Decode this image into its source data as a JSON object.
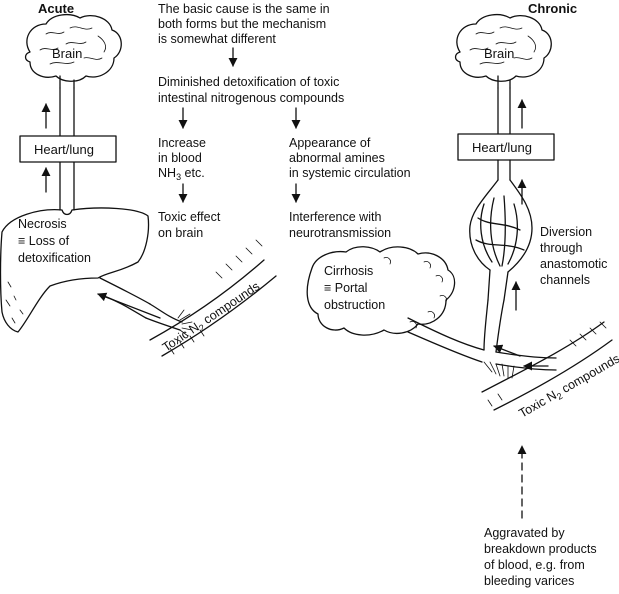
{
  "headings": {
    "acute": "Acute",
    "chronic": "Chronic"
  },
  "intro": [
    "The basic cause is the same in",
    "both forms but the mechanism",
    "is somewhat different"
  ],
  "common_step": [
    "Diminished detoxification of toxic",
    "intestinal nitrogenous compounds"
  ],
  "left_branch": {
    "increase": [
      "Increase",
      "in blood",
      "NH",
      "3",
      " etc."
    ],
    "toxic_effect": [
      "Toxic effect",
      "on brain"
    ]
  },
  "right_branch": {
    "amines": [
      "Appearance of",
      "abnormal amines",
      "in systemic circulation"
    ],
    "interference": [
      "Interference with",
      "neurotransmission"
    ]
  },
  "acute_side": {
    "brain": "Brain",
    "heart_lung": "Heart/lung",
    "liver": [
      "Necrosis",
      "≡ Loss of",
      "detoxification"
    ],
    "toxic_compounds": [
      "Toxic N",
      "2",
      " compounds"
    ]
  },
  "chronic_side": {
    "brain": "Brain",
    "heart_lung": "Heart/lung",
    "diversion": [
      "Diversion",
      "through",
      "anastomotic",
      "channels"
    ],
    "liver": [
      "Cirrhosis",
      "≡ Portal",
      "obstruction"
    ],
    "toxic_compounds": [
      "Toxic N",
      "2",
      " compounds"
    ],
    "aggravated": [
      "Aggravated by",
      "breakdown products",
      "of blood, e.g. from",
      "bleeding varices"
    ]
  }
}
